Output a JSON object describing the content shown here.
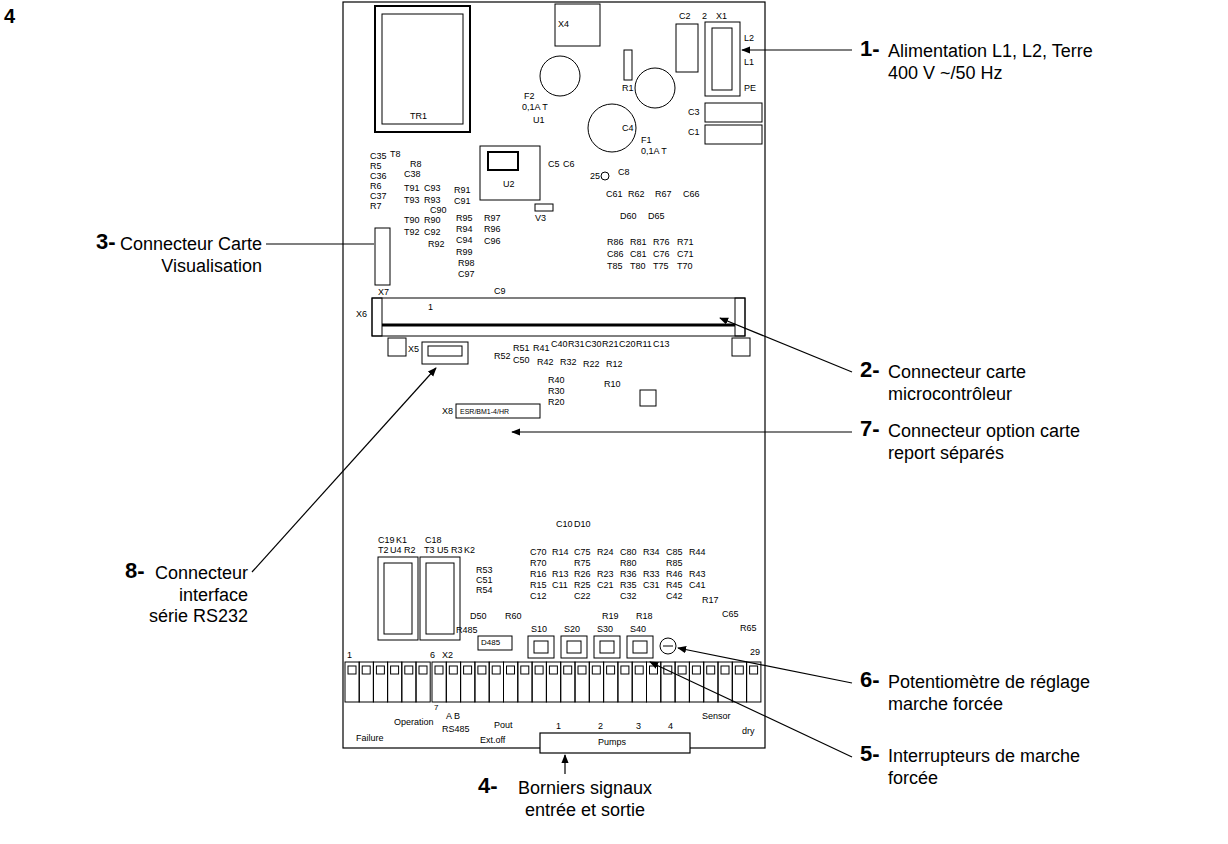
{
  "diagram": {
    "labels": [
      "4",
      "1-",
      "Alimentation L1, L2, Terre 400 V ~/50 Hz",
      "2-",
      "Connecteur carte microcontrôleur",
      "7-",
      "Connecteur option carte report séparés",
      "6-",
      "Potentiomètre de réglage marche forcée",
      "5-",
      "Interrupteurs de marche forcée",
      "3-",
      "Connecteur Carte Visualisation",
      "8-",
      "Connecteur interface série RS232",
      "4-",
      "Borniers signaux entrée et sortie",
      "TR1",
      "X4",
      "C2",
      "2",
      "X1",
      "L2",
      "L1",
      "PE",
      "F2",
      "0,1A T",
      "U1",
      "R1",
      "C4",
      "F1",
      "0,1A T",
      "C3",
      "C1",
      "C5",
      "C6",
      "C8",
      "25",
      "V3",
      "U2",
      "C61",
      "R62",
      "R67",
      "C66",
      "D60",
      "D65",
      "R86",
      "R81",
      "R76",
      "R71",
      "C86",
      "C81",
      "C76",
      "C71",
      "T85",
      "T80",
      "T75",
      "T70",
      "C35",
      "T8",
      "R8",
      "R5",
      "C38",
      "C36",
      "R6",
      "C37",
      "R7",
      "T91",
      "C93",
      "R91",
      "T93",
      "R93",
      "C91",
      "C90",
      "T90",
      "R90",
      "R95",
      "R97",
      "T92",
      "C92",
      "R94",
      "R96",
      "C94",
      "C96",
      "R92",
      "R99",
      "R98",
      "C97",
      "X7",
      "C9",
      "X6",
      "1",
      "X5",
      "R52",
      "R51",
      "C50",
      "R41",
      "C40",
      "R31",
      "C30",
      "R21",
      "C20",
      "R11",
      "C13",
      "R42",
      "R32",
      "R22",
      "R12",
      "R40",
      "R30",
      "R20",
      "R10",
      "X8",
      "ESR/BM1-4/HR",
      "C19",
      "K1",
      "C18",
      "T2",
      "U4",
      "R2",
      "T3",
      "U5",
      "R3",
      "K2",
      "R53",
      "C51",
      "R54",
      "D50",
      "C10",
      "D10",
      "C70",
      "R14",
      "C75",
      "R24",
      "C80",
      "R34",
      "C85",
      "R44",
      "R70",
      "R75",
      "R80",
      "R85",
      "R16",
      "R13",
      "R26",
      "R23",
      "R36",
      "R33",
      "R46",
      "R43",
      "R15",
      "C11",
      "R25",
      "C21",
      "R35",
      "C31",
      "R45",
      "C41",
      "C12",
      "C22",
      "C32",
      "C42",
      "R17",
      "R19",
      "R18",
      "C65",
      "R65",
      "R60",
      "R485",
      "D485",
      "S10",
      "S20",
      "S30",
      "S40",
      "1",
      "6",
      "X2",
      "7",
      "Failure",
      "Operation",
      "A B",
      "RS485",
      "Ext.off",
      "Pout",
      "1",
      "2",
      "3",
      "4",
      "Pumps",
      "Sensor",
      "dry",
      "29"
    ]
  }
}
